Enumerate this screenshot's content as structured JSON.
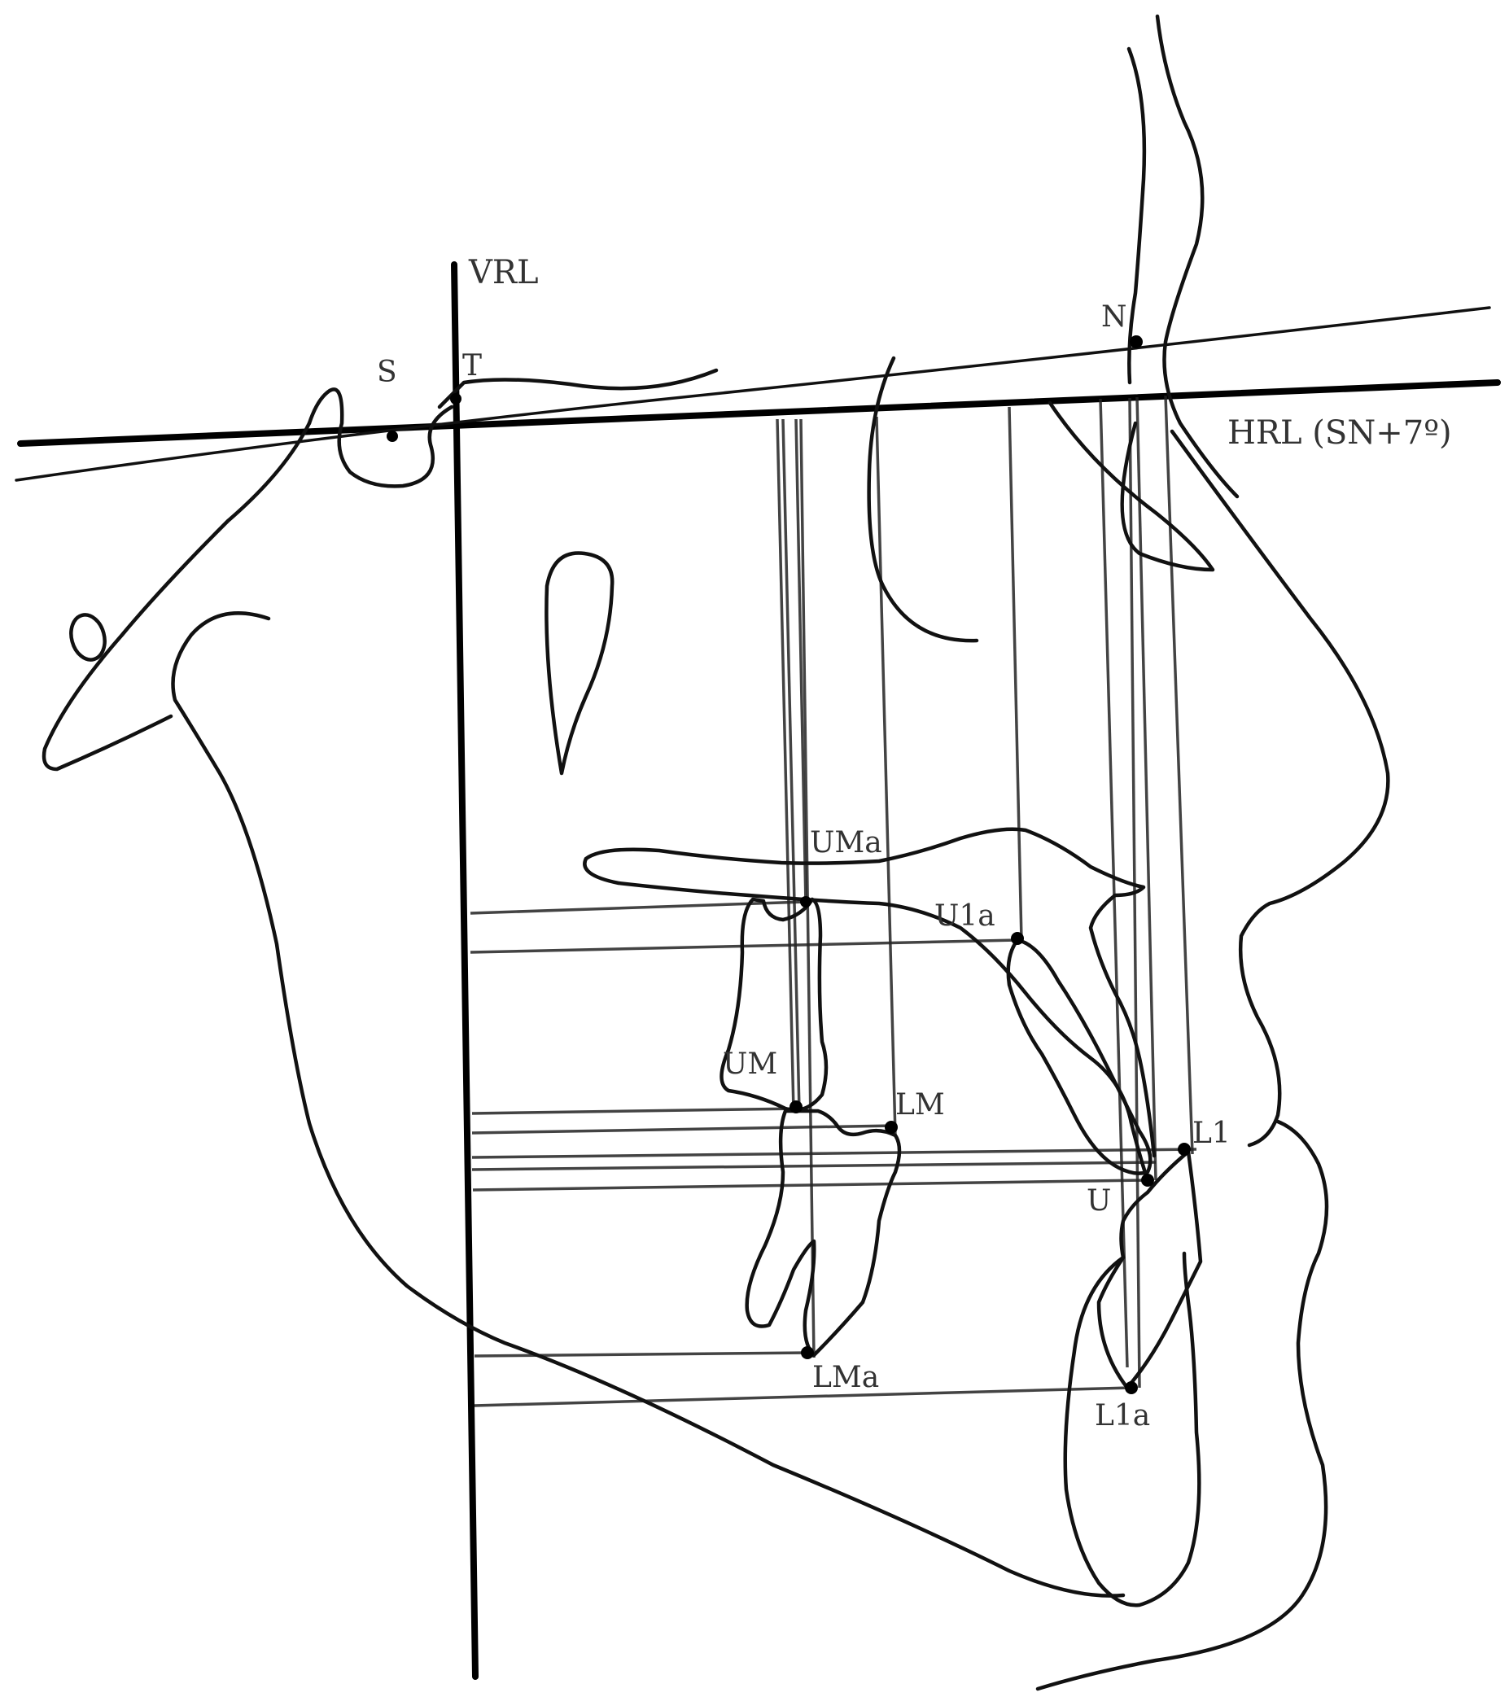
{
  "diagram": {
    "type": "cephalometric-tracing",
    "reference_lines": {
      "vertical": {
        "label": "VRL"
      },
      "horizontal": {
        "label": "HRL (SN+7º)"
      }
    },
    "landmarks": [
      {
        "id": "S",
        "label": "S"
      },
      {
        "id": "T",
        "label": "T"
      },
      {
        "id": "N",
        "label": "N"
      },
      {
        "id": "UMa",
        "label": "UMa"
      },
      {
        "id": "U1a",
        "label": "U1a"
      },
      {
        "id": "UM",
        "label": "UM"
      },
      {
        "id": "LM",
        "label": "LM"
      },
      {
        "id": "L1",
        "label": "L1"
      },
      {
        "id": "U",
        "label": "U"
      },
      {
        "id": "LMa",
        "label": "LMa"
      },
      {
        "id": "L1a",
        "label": "L1a"
      }
    ],
    "colors": {
      "line": "#000000",
      "label": "#333333",
      "background": "#ffffff"
    }
  }
}
